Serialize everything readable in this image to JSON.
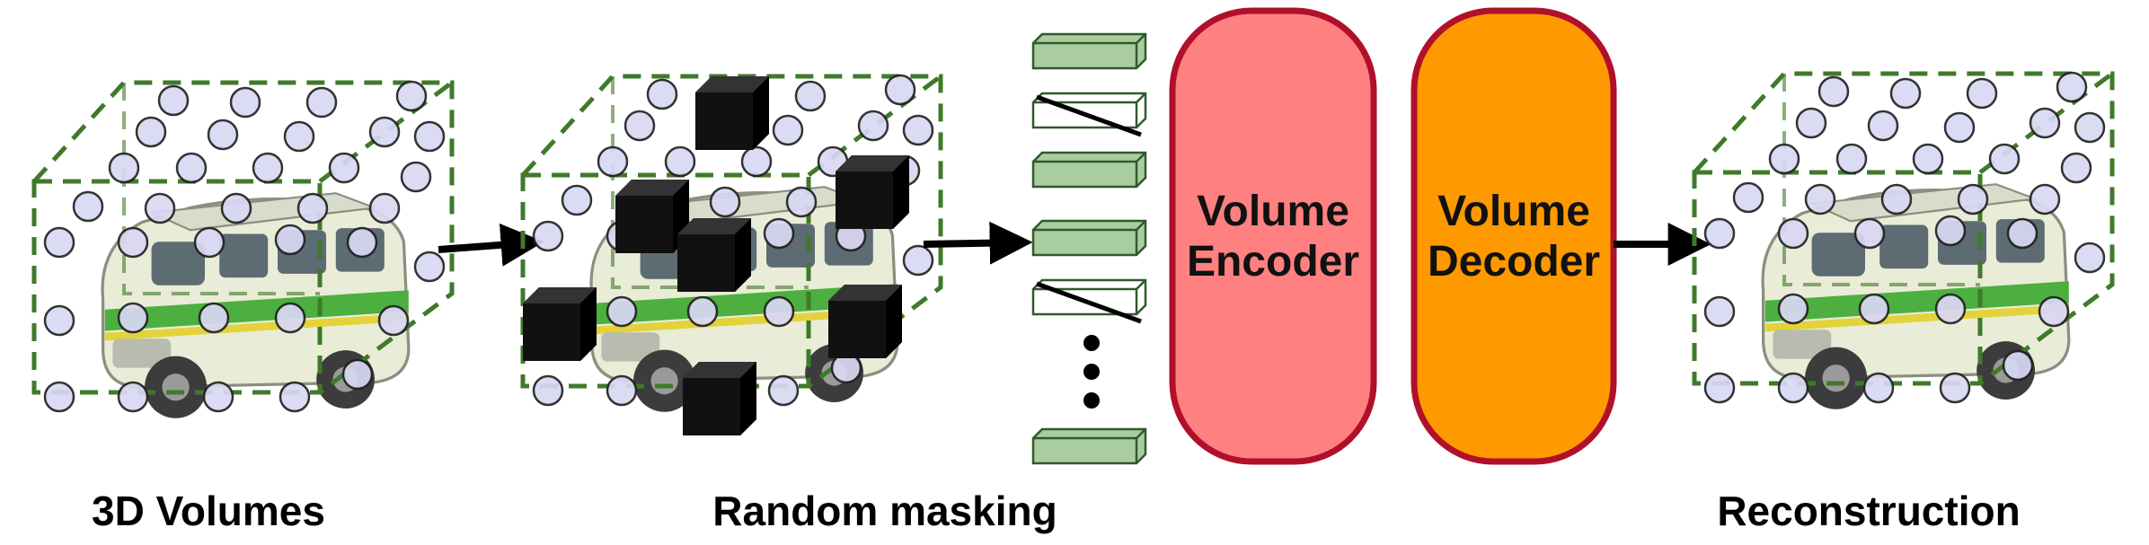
{
  "labels": {
    "volumes": "3D Volumes",
    "masking": "Random masking",
    "reconstruction": "Reconstruction"
  },
  "encoder": {
    "line1": "Volume",
    "line2": "Encoder"
  },
  "decoder": {
    "line1": "Volume",
    "line2": "Decoder"
  },
  "colors": {
    "cube_edge": "#3f7a2a",
    "point_fill": "#d9d8f4",
    "mask_block": "#111111",
    "token_fill": "#a9cda0",
    "encoder_fill": "#ff8080",
    "decoder_fill": "#ff9900",
    "block_border": "#b0102a"
  },
  "icons": [
    "van-image",
    "mask-cube",
    "token-bar",
    "masked-token",
    "ellipsis-dots",
    "arrow"
  ]
}
